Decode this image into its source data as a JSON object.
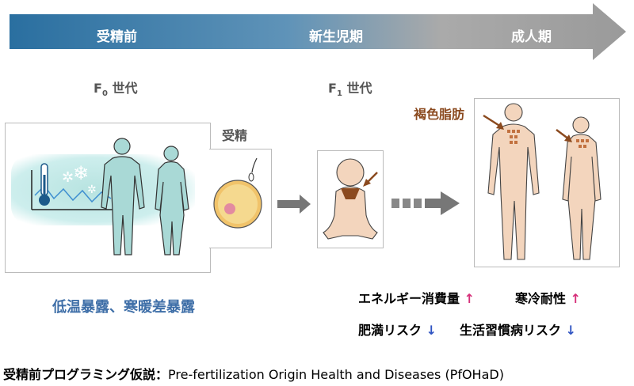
{
  "timeline": {
    "stages": [
      "受精前",
      "新生児期",
      "成人期"
    ],
    "colors": {
      "dark": "#2a6fa0",
      "light": "#9a9a9a"
    }
  },
  "generations": {
    "f0": {
      "letter": "F",
      "sub": "0",
      "suffix": "世代"
    },
    "f1": {
      "letter": "F",
      "sub": "1",
      "suffix": "世代"
    }
  },
  "labels": {
    "fertilization": "受精",
    "brown_fat": "褐色脂肪",
    "exposure": "低温暴露、寒暖差暴露"
  },
  "effects": {
    "row1": [
      {
        "text": "エネルギー消費量",
        "arrow": "↑"
      },
      {
        "text": "寒冷耐性",
        "arrow": "↑"
      }
    ],
    "row2": [
      {
        "text": "肥満リスク",
        "arrow": "↓"
      },
      {
        "text": "生活習慣病リスク",
        "arrow": "↓"
      }
    ]
  },
  "footer": {
    "bold": "受精前プログラミング仮説：",
    "rest": "Pre-fertilization Origin Health and Diseases (PfOHaD)"
  },
  "colors": {
    "brown": "#8b4a1f",
    "skin": "#f3d5bd",
    "teal": "#b7e3e0",
    "up": "#d6307a",
    "down": "#2f54c2"
  }
}
